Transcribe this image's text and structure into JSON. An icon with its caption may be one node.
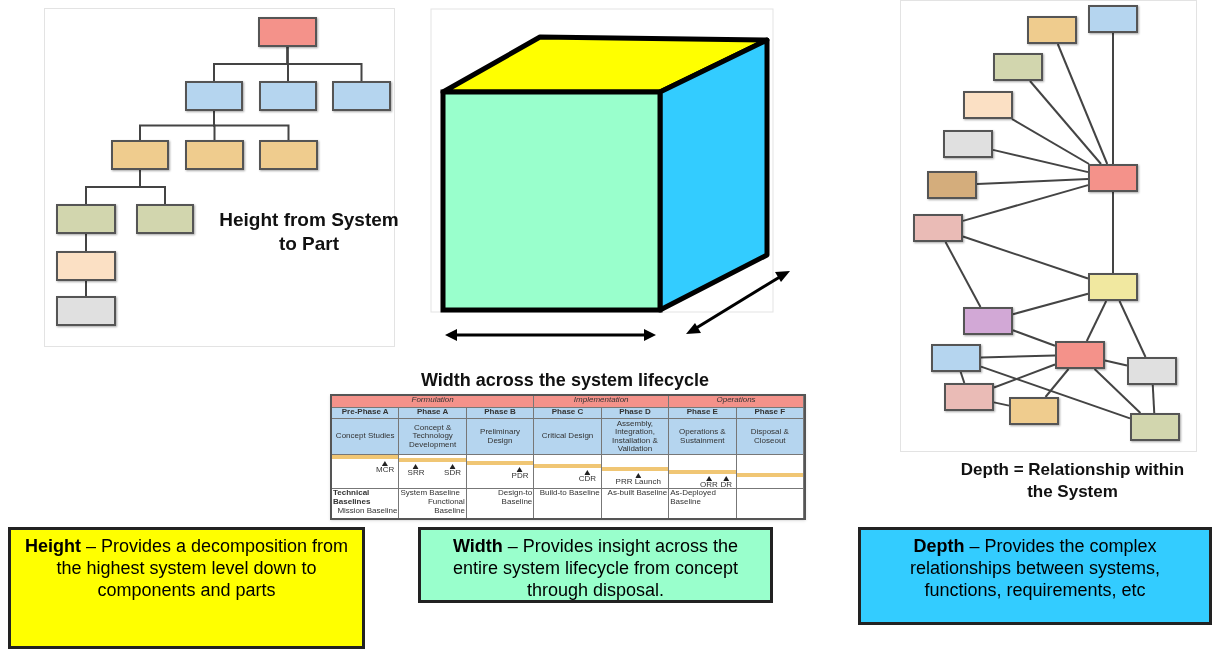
{
  "diagram": {
    "nodes": [
      {
        "text": [],
        "shape": "box"
      },
      {
        "text": [],
        "shape": "box"
      },
      {
        "text": [],
        "shape": "box"
      },
      {
        "text": [],
        "shape": "box"
      },
      {
        "text": [],
        "shape": "box"
      },
      {
        "text": [],
        "shape": "box"
      },
      {
        "text": [],
        "shape": "box"
      },
      {
        "text": [],
        "shape": "box"
      },
      {
        "text": [],
        "shape": "box"
      },
      {
        "text": [],
        "shape": "box"
      },
      {
        "text": [],
        "shape": "box"
      },
      {
        "text": [],
        "shape": "box"
      },
      {
        "text": [],
        "shape": "box"
      },
      {
        "text": [],
        "shape": "box"
      },
      {
        "text": [],
        "shape": "box"
      },
      {
        "text": [],
        "shape": "box"
      },
      {
        "text": [],
        "shape": "box"
      },
      {
        "text": [],
        "shape": "box"
      },
      {
        "text": [],
        "shape": "box"
      },
      {
        "text": [],
        "shape": "box"
      },
      {
        "text": [],
        "shape": "box"
      },
      {
        "text": [],
        "shape": "box"
      },
      {
        "text": [],
        "shape": "box"
      },
      {
        "text": [],
        "shape": "box"
      },
      {
        "text": [],
        "shape": "box"
      },
      {
        "text": [],
        "shape": "box"
      },
      {
        "text": [],
        "shape": "box"
      },
      {
        "text": [
          "**Height** – Provides a decomposition from the highest system level down to components and parts"
        ]
      },
      {
        "text": [
          "**Width** – Provides insight across the entire system lifecycle from concept through disposal."
        ]
      },
      {
        "text": [
          "**Depth** – Provides the complex relationships between systems, functions, requirements, etc"
        ]
      }
    ],
    "edges": [
      {
        "from": 0,
        "to": 1,
        "arrow": "none"
      },
      {
        "from": 0,
        "to": 2,
        "arrow": "none"
      },
      {
        "from": 0,
        "to": 3,
        "arrow": "none"
      },
      {
        "from": 1,
        "to": 4,
        "arrow": "none"
      },
      {
        "from": 1,
        "to": 5,
        "arrow": "none"
      },
      {
        "from": 1,
        "to": 6,
        "arrow": "none"
      },
      {
        "from": 4,
        "to": 7,
        "arrow": "none"
      },
      {
        "from": 4,
        "to": 8,
        "arrow": "none"
      },
      {
        "from": 7,
        "to": 9,
        "arrow": "none"
      },
      {
        "from": 9,
        "to": 10,
        "arrow": "none"
      },
      {
        "from": 16,
        "to": 11,
        "arrow": "none"
      },
      {
        "from": 16,
        "to": 12,
        "arrow": "none"
      },
      {
        "from": 16,
        "to": 13,
        "arrow": "none"
      },
      {
        "from": 16,
        "to": 14,
        "arrow": "none"
      },
      {
        "from": 16,
        "to": 15,
        "arrow": "none"
      },
      {
        "from": 16,
        "to": 17,
        "arrow": "none"
      },
      {
        "from": 16,
        "to": 18,
        "arrow": "none"
      },
      {
        "from": 16,
        "to": 19,
        "arrow": "none"
      },
      {
        "from": 18,
        "to": 19,
        "arrow": "none"
      },
      {
        "from": 18,
        "to": 20,
        "arrow": "none"
      },
      {
        "from": 19,
        "to": 20,
        "arrow": "none"
      },
      {
        "from": 19,
        "to": 21,
        "arrow": "none"
      },
      {
        "from": 19,
        "to": 23,
        "arrow": "none"
      },
      {
        "from": 20,
        "to": 21,
        "arrow": "none"
      },
      {
        "from": 22,
        "to": 21,
        "arrow": "none"
      },
      {
        "from": 22,
        "to": 24,
        "arrow": "none"
      },
      {
        "from": 22,
        "to": 26,
        "arrow": "none"
      },
      {
        "from": 21,
        "to": 24,
        "arrow": "none"
      },
      {
        "from": 21,
        "to": 25,
        "arrow": "none"
      },
      {
        "from": 21,
        "to": 23,
        "arrow": "none"
      },
      {
        "from": 21,
        "to": 26,
        "arrow": "none"
      },
      {
        "from": 24,
        "to": 25,
        "arrow": "none"
      },
      {
        "from": 23,
        "to": 26,
        "arrow": "none"
      }
    ],
    "labels": [
      "Height from System to Part",
      "Width across the system lifecycle",
      "Formulation",
      "Implementation",
      "Operations",
      "Pre-Phase A",
      "Phase A",
      "Phase B",
      "Phase C",
      "Phase D",
      "Phase E",
      "Phase F",
      "Concept Studies",
      "Concept & Technology Development",
      "Preliminary Design",
      "Critical Design",
      "Assembly, Integration, Installation & Validation",
      "Operations & Sustainment",
      "Disposal & Closeout",
      "MCR",
      "SRR",
      "SDR",
      "PDR",
      "CDR",
      "PRR Launch",
      "ORR",
      "DR",
      "Technical Baselines",
      "Mission Baseline",
      "System Baseline",
      "Functional Baseline",
      "Design-to Baseline",
      "Build-to Baseline",
      "As-built Baseline",
      "As-Deployed Baseline",
      "Depth = Relationship within the System"
    ]
  }
}
